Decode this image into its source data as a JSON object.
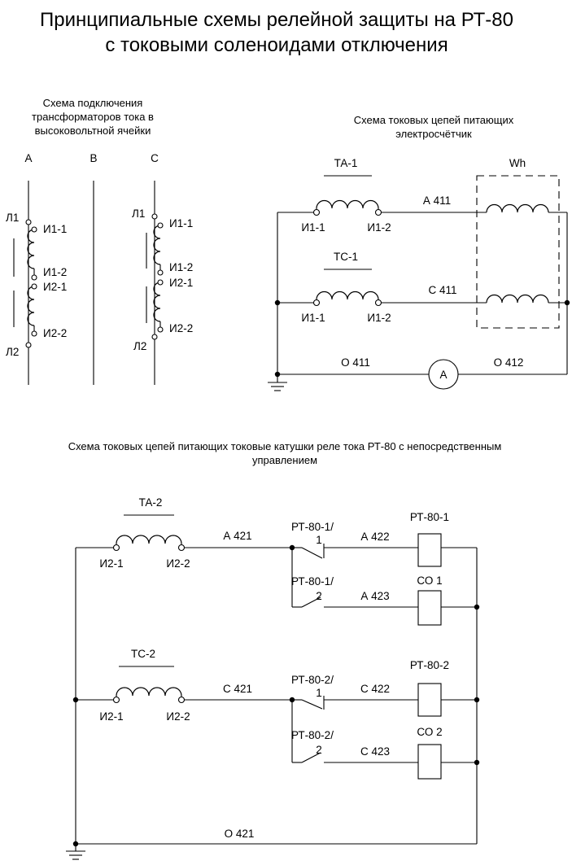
{
  "title": {
    "line1": "Принципиальные схемы релейной защиты на РТ-80",
    "line2": "с токовыми соленоидами отключения"
  },
  "section1": {
    "caption": [
      "Схема подключения",
      "трансформаторов тока в",
      "высоковольтной ячейки"
    ],
    "phases": [
      "A",
      "B",
      "C"
    ],
    "labels_a": {
      "l1": "Л1",
      "l2": "Л2",
      "i11": "И1-1",
      "i12": "И1-2",
      "i21": "И2-1",
      "i22": "И2-2"
    },
    "labels_c": {
      "l1": "Л1",
      "l2": "Л2",
      "i11": "И1-1",
      "i12": "И1-2",
      "i21": "И2-1",
      "i22": "И2-2"
    }
  },
  "section2": {
    "caption": [
      "Схема токовых цепей питающих",
      "электросчётчик"
    ],
    "ta": {
      "name": "ТА-1",
      "t1": "И1-1",
      "t2": "И1-2"
    },
    "tc": {
      "name": "ТС-1",
      "t1": "И1-1",
      "t2": "И1-2"
    },
    "meter": "Wh",
    "wire_a": "А 411",
    "wire_c": "С 411",
    "wire_o1": "О 411",
    "wire_o2": "О 412",
    "ammeter": "A"
  },
  "section3": {
    "caption": [
      "Схема токовых цепей питающих токовые катушки реле тока РТ-80 с непосредственным",
      "управлением"
    ],
    "ta": {
      "name": "ТА-2",
      "t1": "И2-1",
      "t2": "И2-2"
    },
    "tc": {
      "name": "ТС-2",
      "t1": "И2-1",
      "t2": "И2-2"
    },
    "wire_a421": "А 421",
    "wire_c421": "С 421",
    "wire_o421": "О 421",
    "contact_1_1": [
      "РТ-80-1/",
      "1"
    ],
    "contact_1_2": [
      "РТ-80-1/",
      "2"
    ],
    "contact_2_1": [
      "РТ-80-2/",
      "1"
    ],
    "contact_2_2": [
      "РТ-80-2/",
      "2"
    ],
    "wire_a422": "А 422",
    "wire_a423": "А 423",
    "wire_c422": "С 422",
    "wire_c423": "С 423",
    "relay1": "РТ-80-1",
    "so1": "СО 1",
    "relay2": "РТ-80-2",
    "so2": "СО 2"
  }
}
